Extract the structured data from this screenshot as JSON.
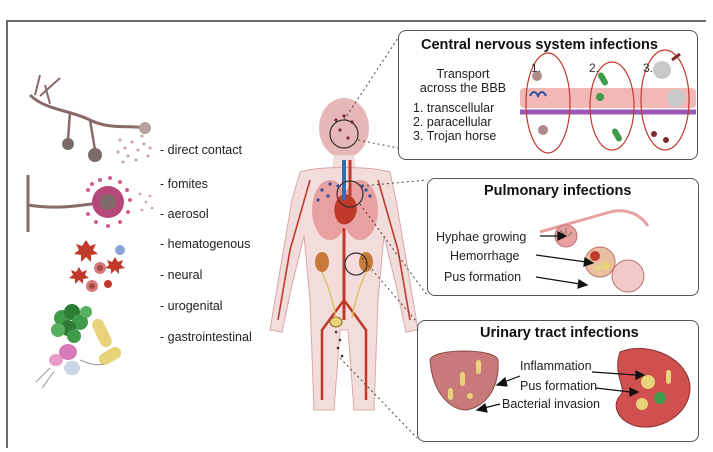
{
  "routes": [
    "direct contact",
    "fomites",
    "aerosol",
    "hematogenous",
    "neural",
    "urogenital",
    "gastrointestinal"
  ],
  "cns": {
    "title": "Central nervous system infections",
    "heading_line1": "Transport",
    "heading_line2": "across the BBB",
    "items": [
      "1. transcellular",
      "2. paracellular",
      "3. Trojan horse"
    ],
    "step_numbers": [
      "1.",
      "2.",
      "3."
    ]
  },
  "pulmonary": {
    "title": "Pulmonary infections",
    "labels": [
      "Hyphae growing",
      "Hemorrhage",
      "Pus formation"
    ]
  },
  "urinary": {
    "title": "Urinary tract infections",
    "labels": [
      "Inflammation",
      "Pus formation",
      "Bacterial invasion"
    ]
  },
  "colors": {
    "blood_red": "#c0392b",
    "lung_pink": "#e8a0a0",
    "body_skin": "#f3dcdc",
    "vessel_purple": "#8e6bb8",
    "pus_yellow": "#e8d27a",
    "bacteria_green": "#3f9a4a"
  }
}
